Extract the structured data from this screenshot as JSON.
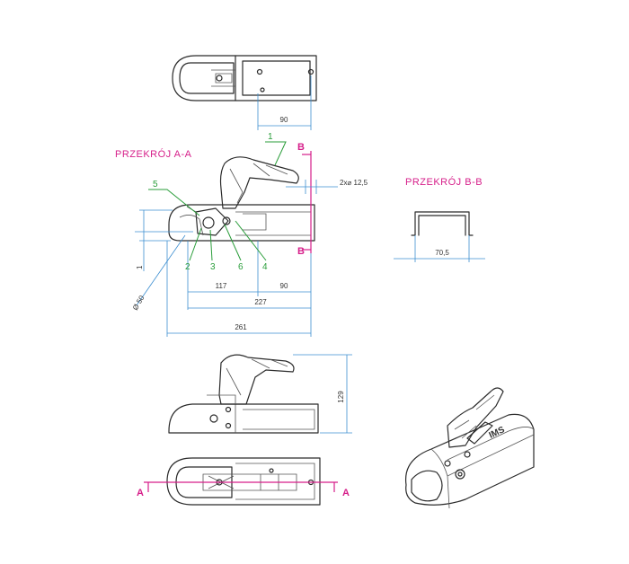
{
  "sections": {
    "aa_title": "PRZEKRÓJ A-A",
    "bb_title": "PRZEKRÓJ B-B"
  },
  "section_markers": {
    "b_top": "B",
    "b_bottom": "B",
    "a_left": "A",
    "a_right": "A"
  },
  "dimensions": {
    "top_90": "90",
    "hole_dia": "2x⌀ 12,5",
    "d117": "117",
    "d90": "90",
    "d227": "227",
    "d261": "261",
    "ball": "Ø 50",
    "height_129": "129",
    "width_70_5": "70,5"
  },
  "callouts": {
    "c1": "1",
    "c2": "2",
    "c3": "3",
    "c4": "4",
    "c5": "5",
    "c6": "6"
  },
  "logo": "IMS",
  "colors": {
    "section": "#d61f8a",
    "dimension": "#3d8fd1",
    "callout": "#2a9d3a",
    "outline": "#2b2b2b"
  }
}
